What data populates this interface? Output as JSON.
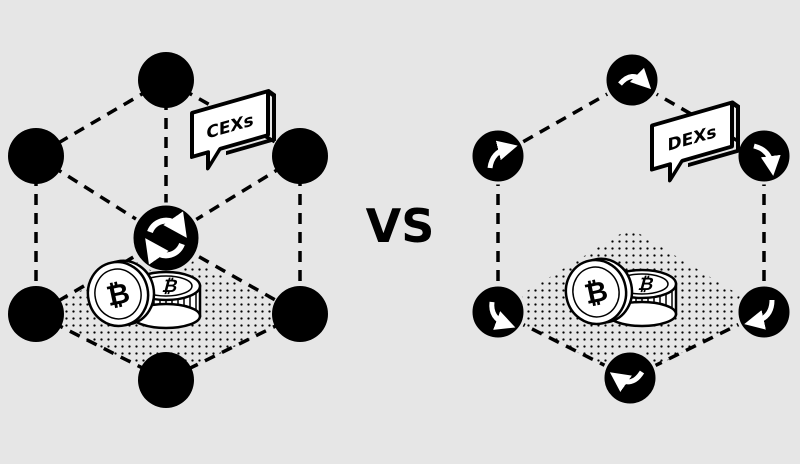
{
  "left_diagram": {
    "label": "CEXs"
  },
  "right_diagram": {
    "label": "DEXs"
  },
  "versus": {
    "label": "VS"
  },
  "colors": {
    "background": "#e6e6e6",
    "ink": "#000000",
    "paper": "#ffffff"
  },
  "icons": {
    "hub": "arrows-cycle-icon",
    "node": "black-node-icon",
    "coin": "bitcoin-coin-icon",
    "arrow_node": "arrow-node-icon"
  }
}
